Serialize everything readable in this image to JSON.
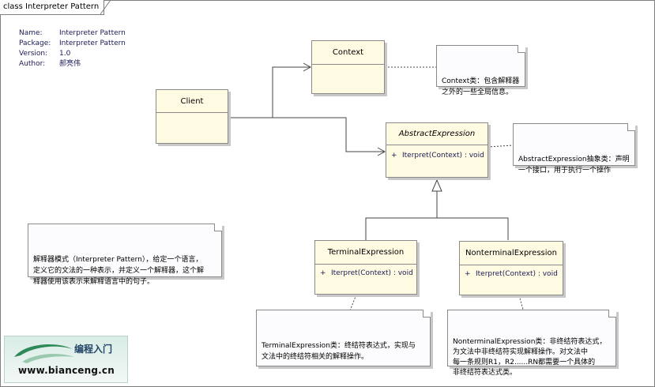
{
  "frame": {
    "title": "class Interpreter Pattern"
  },
  "meta": {
    "name_key": "Name:",
    "name_val": "Interpreter Pattern",
    "package_key": "Package:",
    "package_val": "Interpreter Pattern",
    "version_key": "Version:",
    "version_val": "1.0",
    "author_key": "Author:",
    "author_val": "郝亮伟"
  },
  "classes": {
    "context": {
      "name": "Context"
    },
    "client": {
      "name": "Client"
    },
    "abstract_expression": {
      "name": "AbstractExpression",
      "op_vis": "+",
      "op": "Iterpret(Context) : void"
    },
    "terminal_expression": {
      "name": "TerminalExpression",
      "op_vis": "+",
      "op": "Iterpret(Context) : void"
    },
    "nonterminal_expression": {
      "name": "NonterminalExpression",
      "op_vis": "+",
      "op": "Iterpret(Context) : void"
    }
  },
  "notes": {
    "context_note": "Context类：包含解释器\n之外的一些全局信息。",
    "abstract_note": "AbstractExpression抽象类：声明\n一个接口，用于执行一个操作",
    "pattern_note": "解释器模式（Interpreter Pattern），给定一个语言，\n定义它的文法的一种表示，并定义一个解释器，这个解\n释器使用该表示来解释语言中的句子。",
    "terminal_note": "TerminalExpression类：终结符表达式，实现与\n文法中的终结符相关的解释操作。",
    "nonterminal_note": "NonterminalExpression类：非终结符表达式，\n为文法中非终结符实现解释操作。对文法中\n每一条规则R1，R2......RN都需要一个具体的\n非终结符表达式类。"
  },
  "logo": {
    "text_cn": "编程入门",
    "url": "www.bianceng.cn"
  },
  "colors": {
    "class_fill": "#fffbe3",
    "note_fill": "#fcfbfd",
    "border": "#8a8a8a"
  }
}
